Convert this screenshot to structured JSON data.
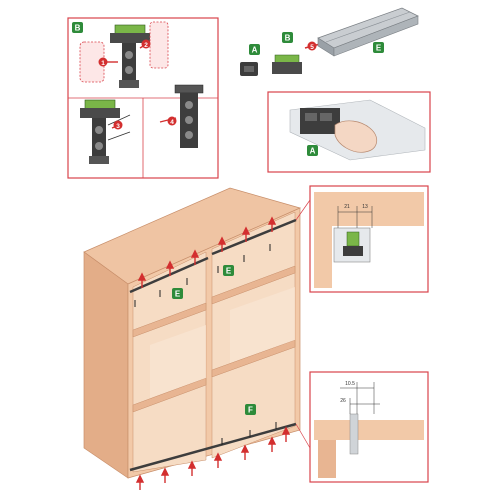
{
  "colors": {
    "frame_red": "#d9434b",
    "cabinet_side": "#e8b592",
    "cabinet_front": "#f2c9a8",
    "cabinet_inner": "#f6dcc4",
    "cabinet_dark": "#d79c77",
    "rail": "#9aa1a7",
    "label_green": "#2e8b3a",
    "arrow_red": "#d32f2f",
    "dark_part": "#3d3d3d",
    "accent_green": "#7ab648"
  },
  "labels": {
    "panel1": "B",
    "step1": "1",
    "step2": "2",
    "step3": "3",
    "step4": "4",
    "part_a": "A",
    "part_b": "B",
    "rail_e": "E",
    "hand_a": "A",
    "cab_e1": "E",
    "cab_e2": "E",
    "cab_f": "F",
    "step5": "5"
  },
  "dimensions": {
    "top_w1": "21",
    "top_w2": "13",
    "bottom_w1": "10.5",
    "bottom_w2": "26"
  }
}
